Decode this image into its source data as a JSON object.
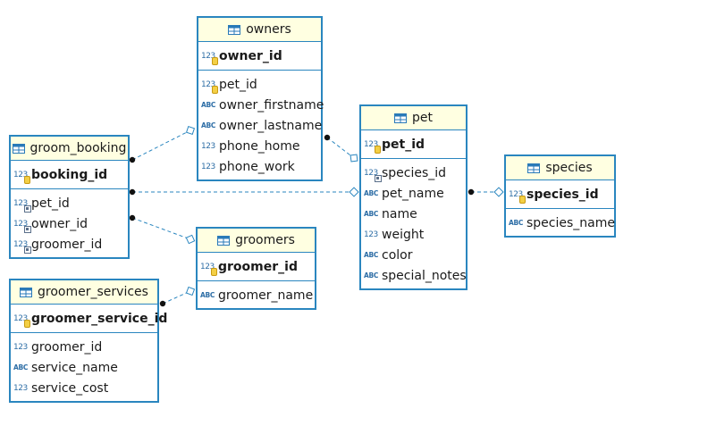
{
  "colors": {
    "border": "#2a86bf",
    "header_bg": "#ffffe1",
    "connector": "#2a86bf",
    "type_icon": "#2e6ea6"
  },
  "entities": {
    "owners": {
      "name": "owners",
      "pk": [
        {
          "name": "owner_id",
          "type": "123",
          "key": true
        }
      ],
      "columns": [
        {
          "name": "pet_id",
          "type": "123",
          "key": true
        },
        {
          "name": "owner_firstname",
          "type": "ABC"
        },
        {
          "name": "owner_lastname",
          "type": "ABC"
        },
        {
          "name": "phone_home",
          "type": "123"
        },
        {
          "name": "phone_work",
          "type": "123"
        }
      ]
    },
    "groom_booking": {
      "name": "groom_booking",
      "pk": [
        {
          "name": "booking_id",
          "type": "123",
          "key": true
        }
      ],
      "columns": [
        {
          "name": "pet_id",
          "type": "123",
          "fk": true
        },
        {
          "name": "owner_id",
          "type": "123",
          "fk": true
        },
        {
          "name": "groomer_id",
          "type": "123",
          "fk": true
        }
      ]
    },
    "pet": {
      "name": "pet",
      "pk": [
        {
          "name": "pet_id",
          "type": "123",
          "key": true
        }
      ],
      "columns": [
        {
          "name": "species_id",
          "type": "123",
          "fk": true
        },
        {
          "name": "pet_name",
          "type": "ABC"
        },
        {
          "name": "name",
          "type": "ABC"
        },
        {
          "name": "weight",
          "type": "123"
        },
        {
          "name": "color",
          "type": "ABC"
        },
        {
          "name": "special_notes",
          "type": "ABC"
        }
      ]
    },
    "species": {
      "name": "species",
      "pk": [
        {
          "name": "species_id",
          "type": "123",
          "key": true
        }
      ],
      "columns": [
        {
          "name": "species_name",
          "type": "ABC"
        }
      ]
    },
    "groomers": {
      "name": "groomers",
      "pk": [
        {
          "name": "groomer_id",
          "type": "123",
          "key": true
        }
      ],
      "columns": [
        {
          "name": "groomer_name",
          "type": "ABC"
        }
      ]
    },
    "groomer_services": {
      "name": "groomer_services",
      "pk": [
        {
          "name": "groomer_service_id",
          "type": "123",
          "key": true
        }
      ],
      "columns": [
        {
          "name": "groomer_id",
          "type": "123"
        },
        {
          "name": "service_name",
          "type": "ABC"
        },
        {
          "name": "service_cost",
          "type": "123"
        }
      ]
    }
  },
  "relationships": [
    {
      "from": "groom_booking",
      "to": "owners"
    },
    {
      "from": "groom_booking",
      "to": "pet"
    },
    {
      "from": "groom_booking",
      "to": "groomers"
    },
    {
      "from": "owners",
      "to": "pet"
    },
    {
      "from": "pet",
      "to": "species"
    },
    {
      "from": "groomer_services",
      "to": "groomers"
    }
  ]
}
